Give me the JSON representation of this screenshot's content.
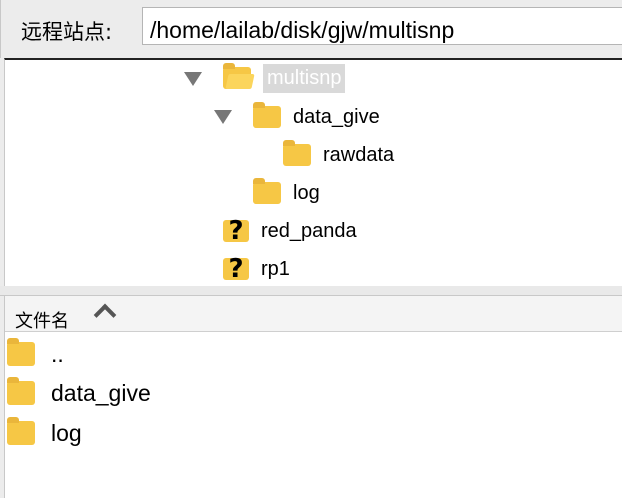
{
  "remote_site": {
    "label": "远程站点:",
    "path_value": "/home/lailab/disk/gjw/multisnp"
  },
  "tree": {
    "nodes": [
      {
        "name": "multisnp",
        "expanded": true,
        "selected": true,
        "icon": "folder-open-icon"
      },
      {
        "name": "data_give",
        "expanded": true,
        "icon": "folder-icon"
      },
      {
        "name": "rawdata",
        "icon": "folder-icon"
      },
      {
        "name": "log",
        "icon": "folder-icon"
      },
      {
        "name": "red_panda",
        "icon": "unknown-folder-icon"
      },
      {
        "name": "rp1",
        "icon": "unknown-folder-icon"
      }
    ]
  },
  "file_list": {
    "column_header": "文件名",
    "sort": "ascending",
    "rows": [
      {
        "name": "..",
        "icon": "folder-icon"
      },
      {
        "name": "data_give",
        "icon": "folder-icon"
      },
      {
        "name": "log",
        "icon": "folder-icon"
      }
    ]
  },
  "colors": {
    "folder": "#f6c745",
    "selection": "#d9d9d9",
    "chrome": "#ececec"
  }
}
